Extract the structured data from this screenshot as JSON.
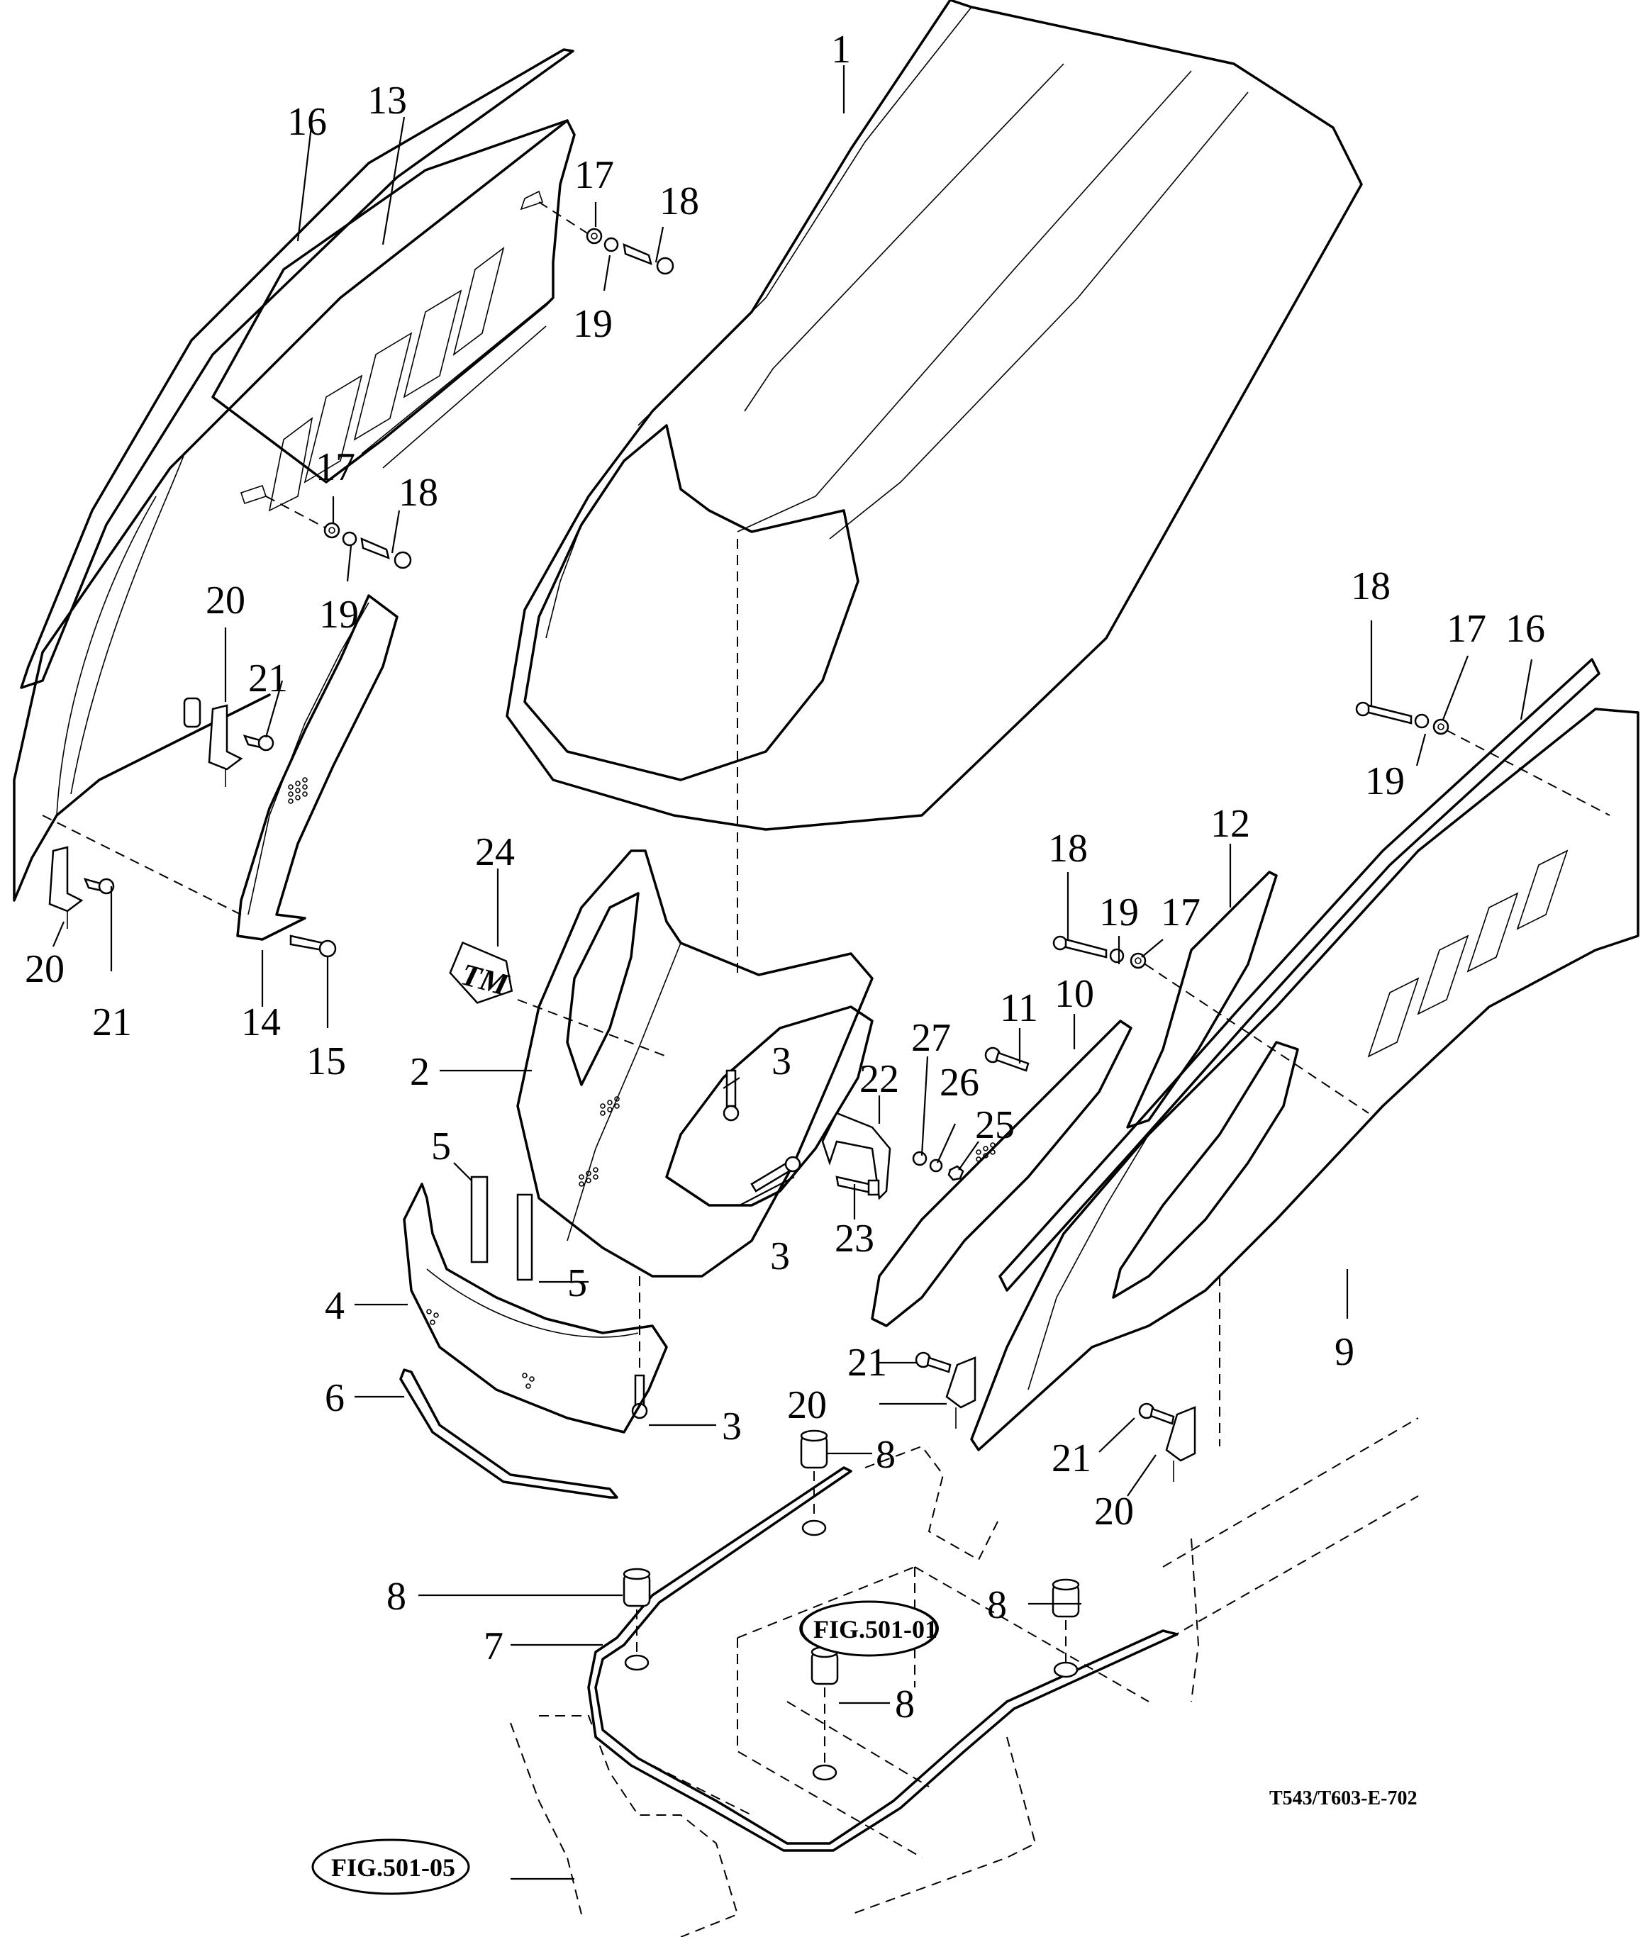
{
  "diagram": {
    "drawing_number": "T543/T603-E-702",
    "figure_refs": [
      {
        "label": "FIG.501-01"
      },
      {
        "label": "FIG.501-05"
      }
    ],
    "callouts": [
      {
        "id": "c1",
        "label": "1"
      },
      {
        "id": "c2",
        "label": "2"
      },
      {
        "id": "c3a",
        "label": "3"
      },
      {
        "id": "c3b",
        "label": "3"
      },
      {
        "id": "c3c",
        "label": "3"
      },
      {
        "id": "c4",
        "label": "4"
      },
      {
        "id": "c5a",
        "label": "5"
      },
      {
        "id": "c5b",
        "label": "5"
      },
      {
        "id": "c6",
        "label": "6"
      },
      {
        "id": "c7",
        "label": "7"
      },
      {
        "id": "c8a",
        "label": "8"
      },
      {
        "id": "c8b",
        "label": "8"
      },
      {
        "id": "c8c",
        "label": "8"
      },
      {
        "id": "c8d",
        "label": "8"
      },
      {
        "id": "c9",
        "label": "9"
      },
      {
        "id": "c10",
        "label": "10"
      },
      {
        "id": "c11",
        "label": "11"
      },
      {
        "id": "c12",
        "label": "12"
      },
      {
        "id": "c13",
        "label": "13"
      },
      {
        "id": "c14",
        "label": "14"
      },
      {
        "id": "c15",
        "label": "15"
      },
      {
        "id": "c16a",
        "label": "16"
      },
      {
        "id": "c16b",
        "label": "16"
      },
      {
        "id": "c17a",
        "label": "17"
      },
      {
        "id": "c17b",
        "label": "17"
      },
      {
        "id": "c17c",
        "label": "17"
      },
      {
        "id": "c17d",
        "label": "17"
      },
      {
        "id": "c18a",
        "label": "18"
      },
      {
        "id": "c18b",
        "label": "18"
      },
      {
        "id": "c18c",
        "label": "18"
      },
      {
        "id": "c18d",
        "label": "18"
      },
      {
        "id": "c19a",
        "label": "19"
      },
      {
        "id": "c19b",
        "label": "19"
      },
      {
        "id": "c19c",
        "label": "19"
      },
      {
        "id": "c19d",
        "label": "19"
      },
      {
        "id": "c20a",
        "label": "20"
      },
      {
        "id": "c20b",
        "label": "20"
      },
      {
        "id": "c20c",
        "label": "20"
      },
      {
        "id": "c20d",
        "label": "20"
      },
      {
        "id": "c21a",
        "label": "21"
      },
      {
        "id": "c21b",
        "label": "21"
      },
      {
        "id": "c21c",
        "label": "21"
      },
      {
        "id": "c21d",
        "label": "21"
      },
      {
        "id": "c22",
        "label": "22"
      },
      {
        "id": "c23",
        "label": "23"
      },
      {
        "id": "c24",
        "label": "24"
      },
      {
        "id": "c25",
        "label": "25"
      },
      {
        "id": "c26",
        "label": "26"
      },
      {
        "id": "c27",
        "label": "27"
      }
    ],
    "emblem_text": "TM"
  }
}
